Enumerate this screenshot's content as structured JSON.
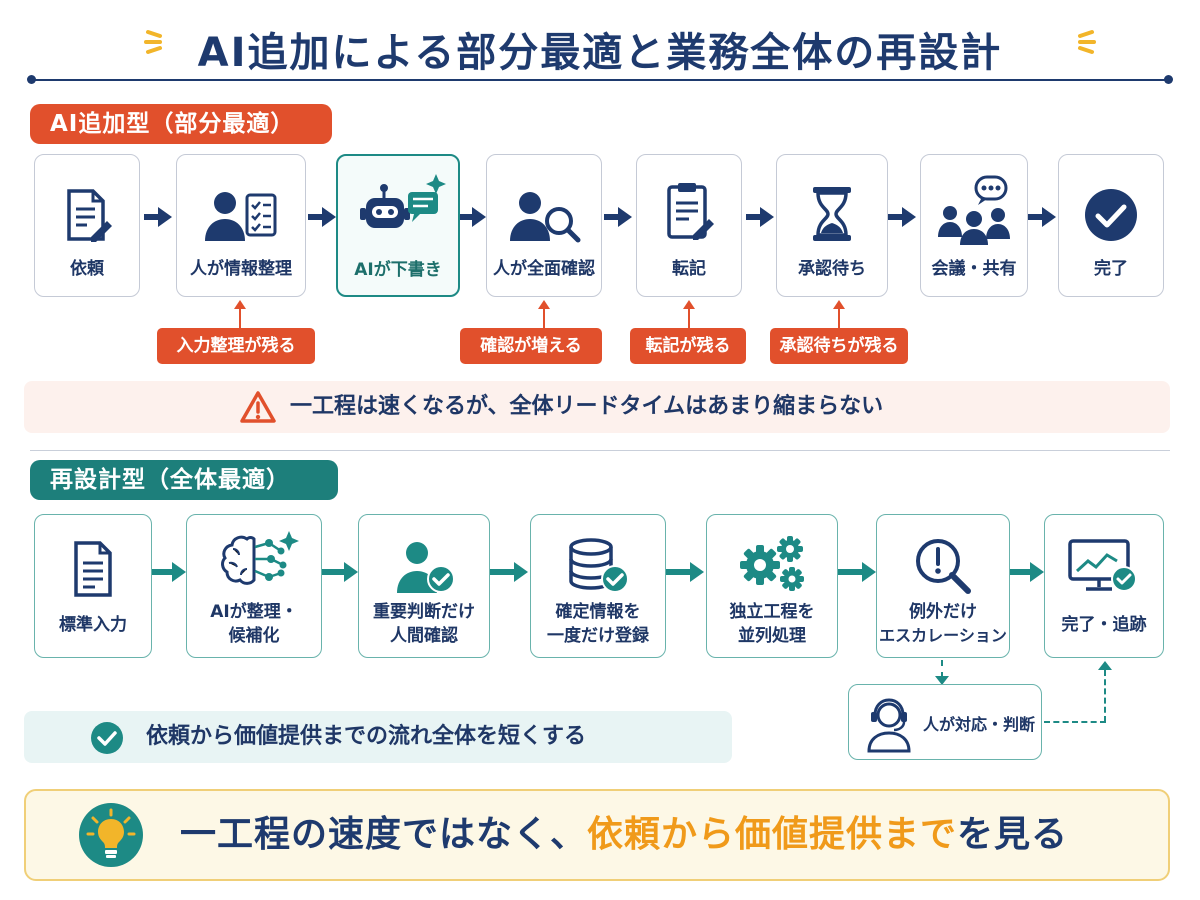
{
  "title": "AI追加による部分最適と業務全体の再設計",
  "colors": {
    "navy": "#1e3a6e",
    "red": "#e1502c",
    "teal": "#1d8a85",
    "orange": "#f09a1a"
  },
  "section_a": {
    "label": "AI追加型（部分最適）",
    "steps": [
      {
        "label": "依頼",
        "icon": "document-pen-icon"
      },
      {
        "label": "人が情報整理",
        "icon": "person-checklist-icon"
      },
      {
        "label": "AIが下書き",
        "icon": "robot-chat-icon"
      },
      {
        "label": "人が全面確認",
        "icon": "person-search-icon"
      },
      {
        "label": "転記",
        "icon": "clipboard-pen-icon"
      },
      {
        "label": "承認待ち",
        "icon": "hourglass-icon"
      },
      {
        "label": "会議・共有",
        "icon": "meeting-group-icon"
      },
      {
        "label": "完了",
        "icon": "check-circle-icon"
      }
    ],
    "tags": [
      "入力整理が残る",
      "確認が増える",
      "転記が残る",
      "承認待ちが残る"
    ],
    "warning": "一工程は速くなるが、全体リードタイムはあまり縮まらない"
  },
  "section_b": {
    "label": "再設計型（全体最適）",
    "steps": [
      {
        "line1": "標準入力",
        "line2": "",
        "icon": "document-icon"
      },
      {
        "line1": "AIが整理・",
        "line2": "候補化",
        "icon": "ai-brain-icon"
      },
      {
        "line1": "重要判断だけ",
        "line2": "人間確認",
        "icon": "person-check-icon"
      },
      {
        "line1": "確定情報を",
        "line2": "一度だけ登録",
        "icon": "database-check-icon"
      },
      {
        "line1": "独立工程を",
        "line2": "並列処理",
        "icon": "gears-icon"
      },
      {
        "line1": "例外だけ",
        "line2": "エスカレーション",
        "icon": "search-alert-icon"
      },
      {
        "line1": "完了・追跡",
        "line2": "",
        "icon": "monitor-chart-icon"
      }
    ],
    "human_box": "人が対応・判断",
    "ok_text": "依頼から価値提供までの流れ全体を短くする"
  },
  "bottom": {
    "part1": "一工程の速度ではなく、",
    "accent": "依頼から価値提供まで",
    "part2": "を見る"
  }
}
